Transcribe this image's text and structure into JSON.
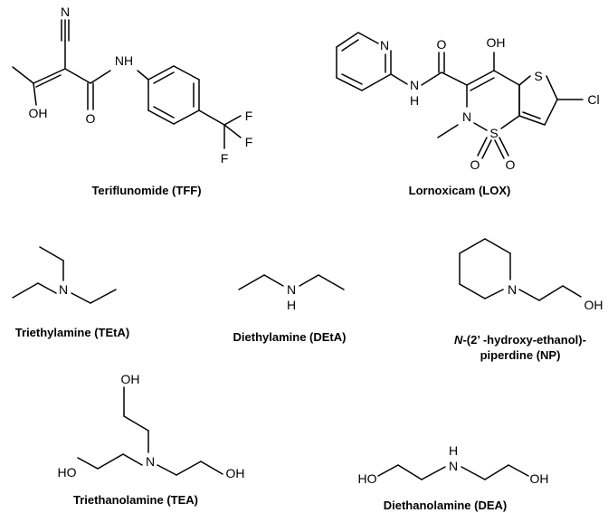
{
  "captions": {
    "tff": "Teriflunomide (TFF)",
    "lox": "Lornoxicam (LOX)",
    "teta": "Triethylamine (TEtA)",
    "deta": "Diethylamine (DEtA)",
    "np_prefix": "N",
    "np_line1_rest": "-(2’ -hydroxy-ethanol)-",
    "np_line2": "piperdine (NP)",
    "tea": "Triethanolamine (TEA)",
    "dea": "Diethanolamine (DEA)"
  },
  "atoms": {
    "tff": {
      "n_nitrile": "N",
      "nh": "NH",
      "oh": "OH",
      "o": "O",
      "f1": "F",
      "f2": "F",
      "f3": "F"
    },
    "lox": {
      "n_pyr": "N",
      "o_amide": "O",
      "oh": "OH",
      "h_amide": "H",
      "n_amide": "N",
      "s_thio": "S",
      "cl": "Cl",
      "n_ring": "N",
      "s_sulf": "S",
      "o1": "O",
      "o2": "O"
    },
    "teta": {
      "n": "N"
    },
    "deta": {
      "n": "N",
      "h": "H"
    },
    "np": {
      "n": "N",
      "oh": "OH"
    },
    "tea": {
      "oh_top": "OH",
      "n": "N",
      "ho_left": "HO",
      "oh_right": "OH"
    },
    "dea": {
      "ho": "HO",
      "n": "N",
      "h": "H",
      "oh": "OH"
    }
  }
}
